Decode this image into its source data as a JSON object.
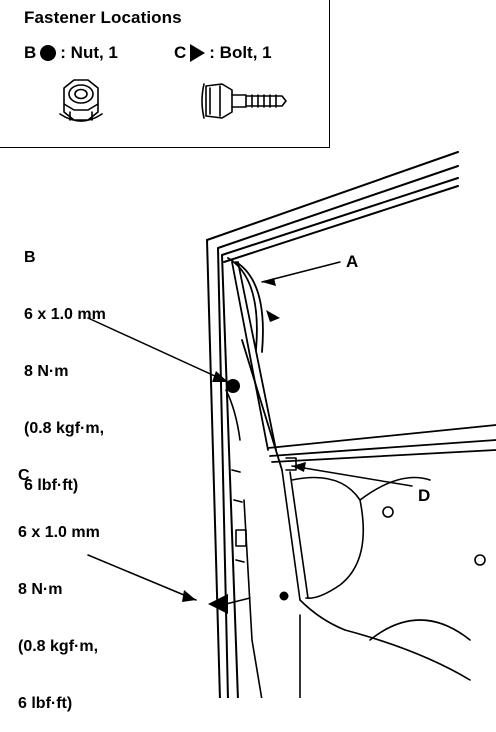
{
  "legend": {
    "title": "Fastener Locations",
    "items": [
      {
        "letter": "B",
        "label": ": Nut, 1",
        "icon": "filled-circle-icon"
      },
      {
        "letter": "C",
        "label": ": Bolt, 1",
        "icon": "filled-triangle-icon"
      }
    ]
  },
  "callouts": {
    "b": {
      "letter": "B",
      "size": "6 x 1.0 mm",
      "torque_nm": "8 N·m",
      "torque_kgf": "(0.8 kgf·m,",
      "torque_lbf": "6 lbf·ft)"
    },
    "c": {
      "letter": "C",
      "size": "6 x 1.0 mm",
      "torque_nm": "8 N·m",
      "torque_kgf": "(0.8 kgf·m,",
      "torque_lbf": "6 lbf·ft)"
    }
  },
  "labels": {
    "a": "A",
    "d": "D"
  }
}
